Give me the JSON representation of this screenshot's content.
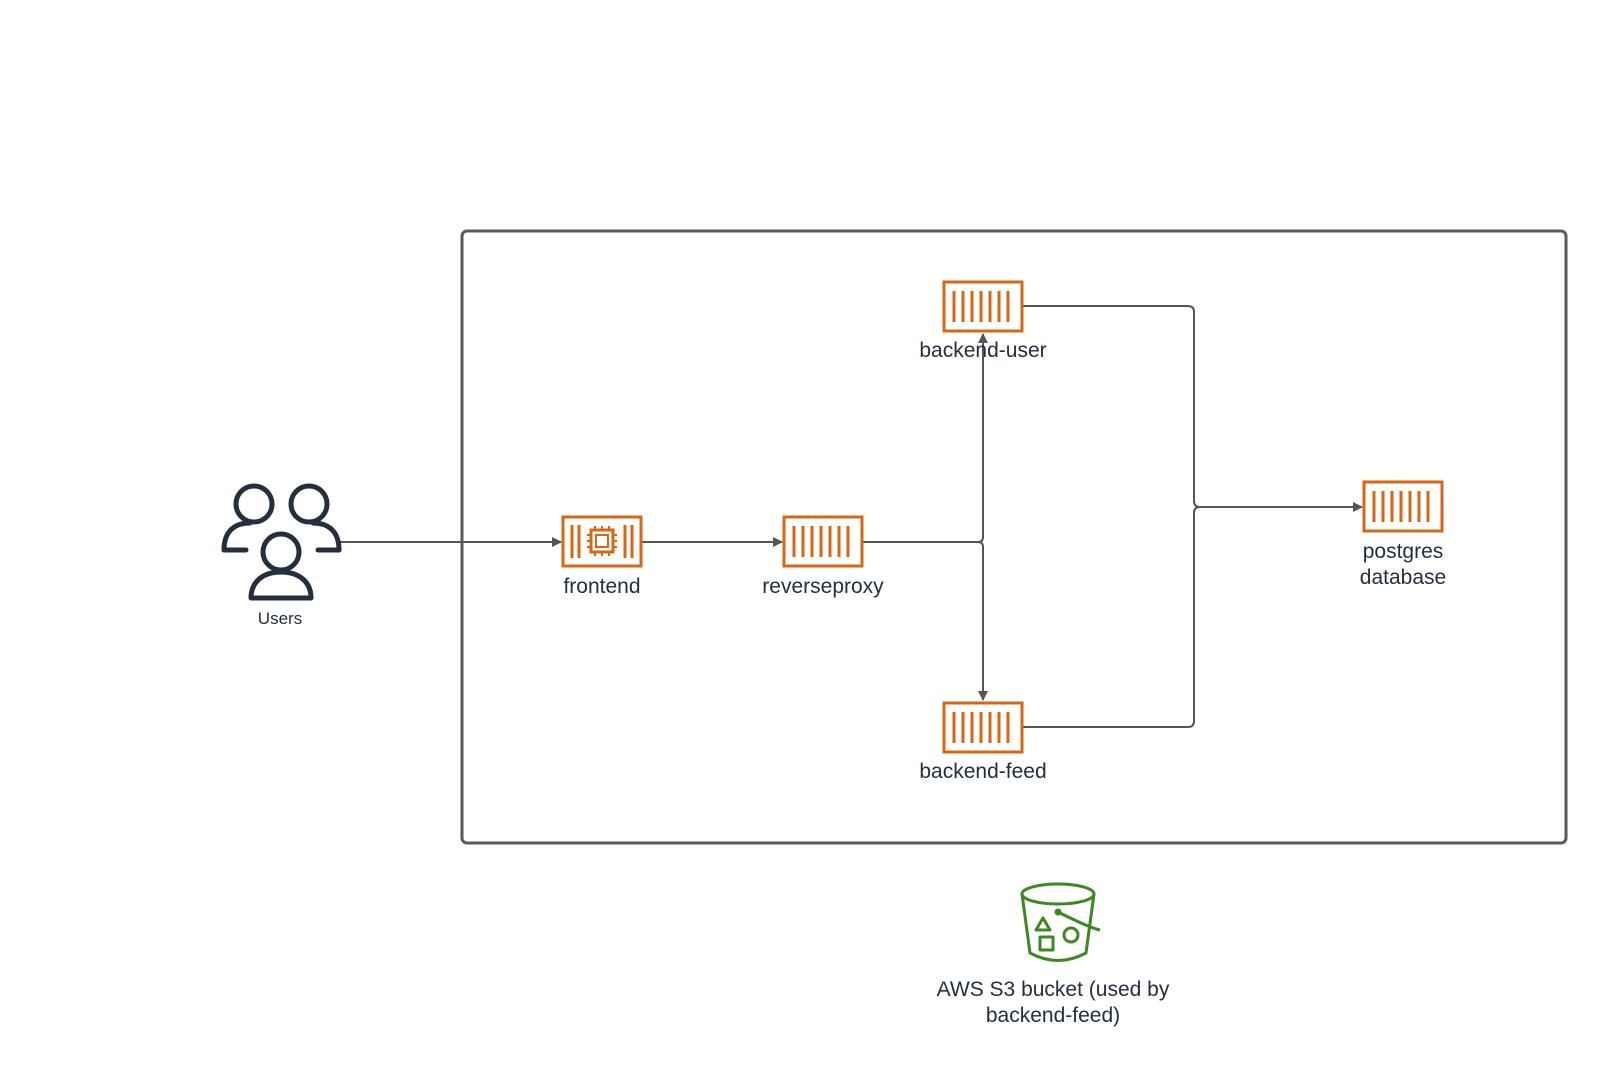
{
  "colors": {
    "container_orange": "#d86613",
    "users_navy": "#232f3e",
    "s3_green": "#3f8624",
    "line_gray": "#555555",
    "boundary_gray": "#5a5a5a"
  },
  "nodes": {
    "users": {
      "label": "Users",
      "icon": "users-icon"
    },
    "frontend": {
      "label": "frontend",
      "icon": "ec2-container-icon"
    },
    "reverseproxy": {
      "label": "reverseproxy",
      "icon": "container-icon"
    },
    "backend_user": {
      "label": "backend-user",
      "icon": "container-icon"
    },
    "backend_feed": {
      "label": "backend-feed",
      "icon": "container-icon"
    },
    "postgres": {
      "label_line1": "postgres",
      "label_line2": "database",
      "icon": "container-icon"
    },
    "s3": {
      "label_line1": "AWS S3 bucket (used by",
      "label_line2": "backend-feed)",
      "icon": "s3-bucket-icon"
    }
  },
  "edges": [
    {
      "from": "users",
      "to": "frontend"
    },
    {
      "from": "frontend",
      "to": "reverseproxy"
    },
    {
      "from": "reverseproxy",
      "to": "backend_user"
    },
    {
      "from": "reverseproxy",
      "to": "backend_feed"
    },
    {
      "from": "backend_user",
      "to": "postgres"
    },
    {
      "from": "backend_feed",
      "to": "postgres"
    }
  ]
}
